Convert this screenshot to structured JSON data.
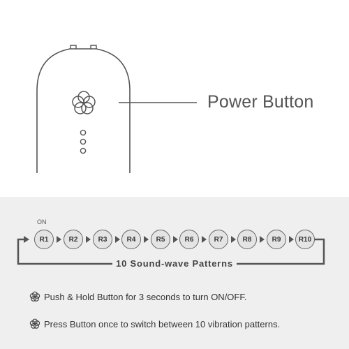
{
  "device": {
    "callout_label": "Power Button"
  },
  "sequence": {
    "start_label": "ON",
    "patterns": [
      "R1",
      "R2",
      "R3",
      "R4",
      "R5",
      "R6",
      "R7",
      "R8",
      "R9",
      "R10"
    ],
    "loop_label": "10 Sound-wave Patterns"
  },
  "instructions": [
    {
      "icon": "flower-power-icon",
      "text": "Push & Hold Button for 3 seconds to turn ON/OFF."
    },
    {
      "icon": "flower-power-icon",
      "text": "Press Button once to switch between 10 vibration patterns."
    }
  ],
  "colors": {
    "line": "#555555",
    "panel_background": "#efefef",
    "text": "#333333"
  }
}
